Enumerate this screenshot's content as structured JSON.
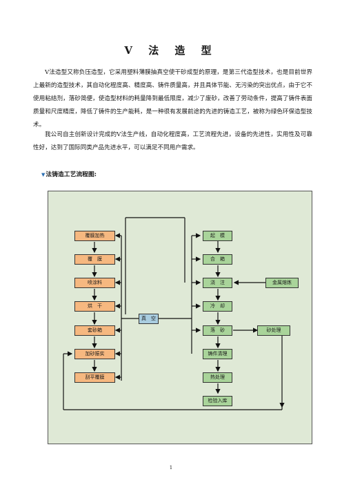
{
  "title": "V 法 造 型",
  "paragraphs": [
    "V法造型又称负压造型，它采用塑料薄膜抽真空使干砂成型的原理，是第三代造型技术，也是目前世界上最新的造型技术，其自动化程度高、精度高、铸件质量高，并且具体节能、无污染的突出优点，由于它不使用粘结剂，落砂简便，使造型材料的耗量降到最低限度，减少了废砂，改善了劳动条件，提高了铸件表面质量和尺度精度，降低了铸件的生产能耗，是一种很有发展前途的先进的铸造工艺，被称为绿色环保造型技术。",
    "我公司自主创新设计完成的V法生产线，自动化程度高，工艺流程先进，设备的先进性，实用性及可靠性好，达到了国际同类产品先进水平，可以满足不同用户需求。"
  ],
  "subhead": "法铸造工艺流程图:",
  "diagram": {
    "left_column": [
      "覆膜加热",
      "覆　膜",
      "喷涂料",
      "烘　干",
      "套砂箱",
      "加砂振实",
      "刮平覆膜"
    ],
    "center": "真　空",
    "right_column": [
      "起　模",
      "合　箱",
      "浇　注",
      "冷　却",
      "落　砂",
      "铸件清理",
      "热处理",
      "检验入库"
    ],
    "side_left": "金属熔炼",
    "side_right": "砂处理"
  },
  "page_number": "1"
}
